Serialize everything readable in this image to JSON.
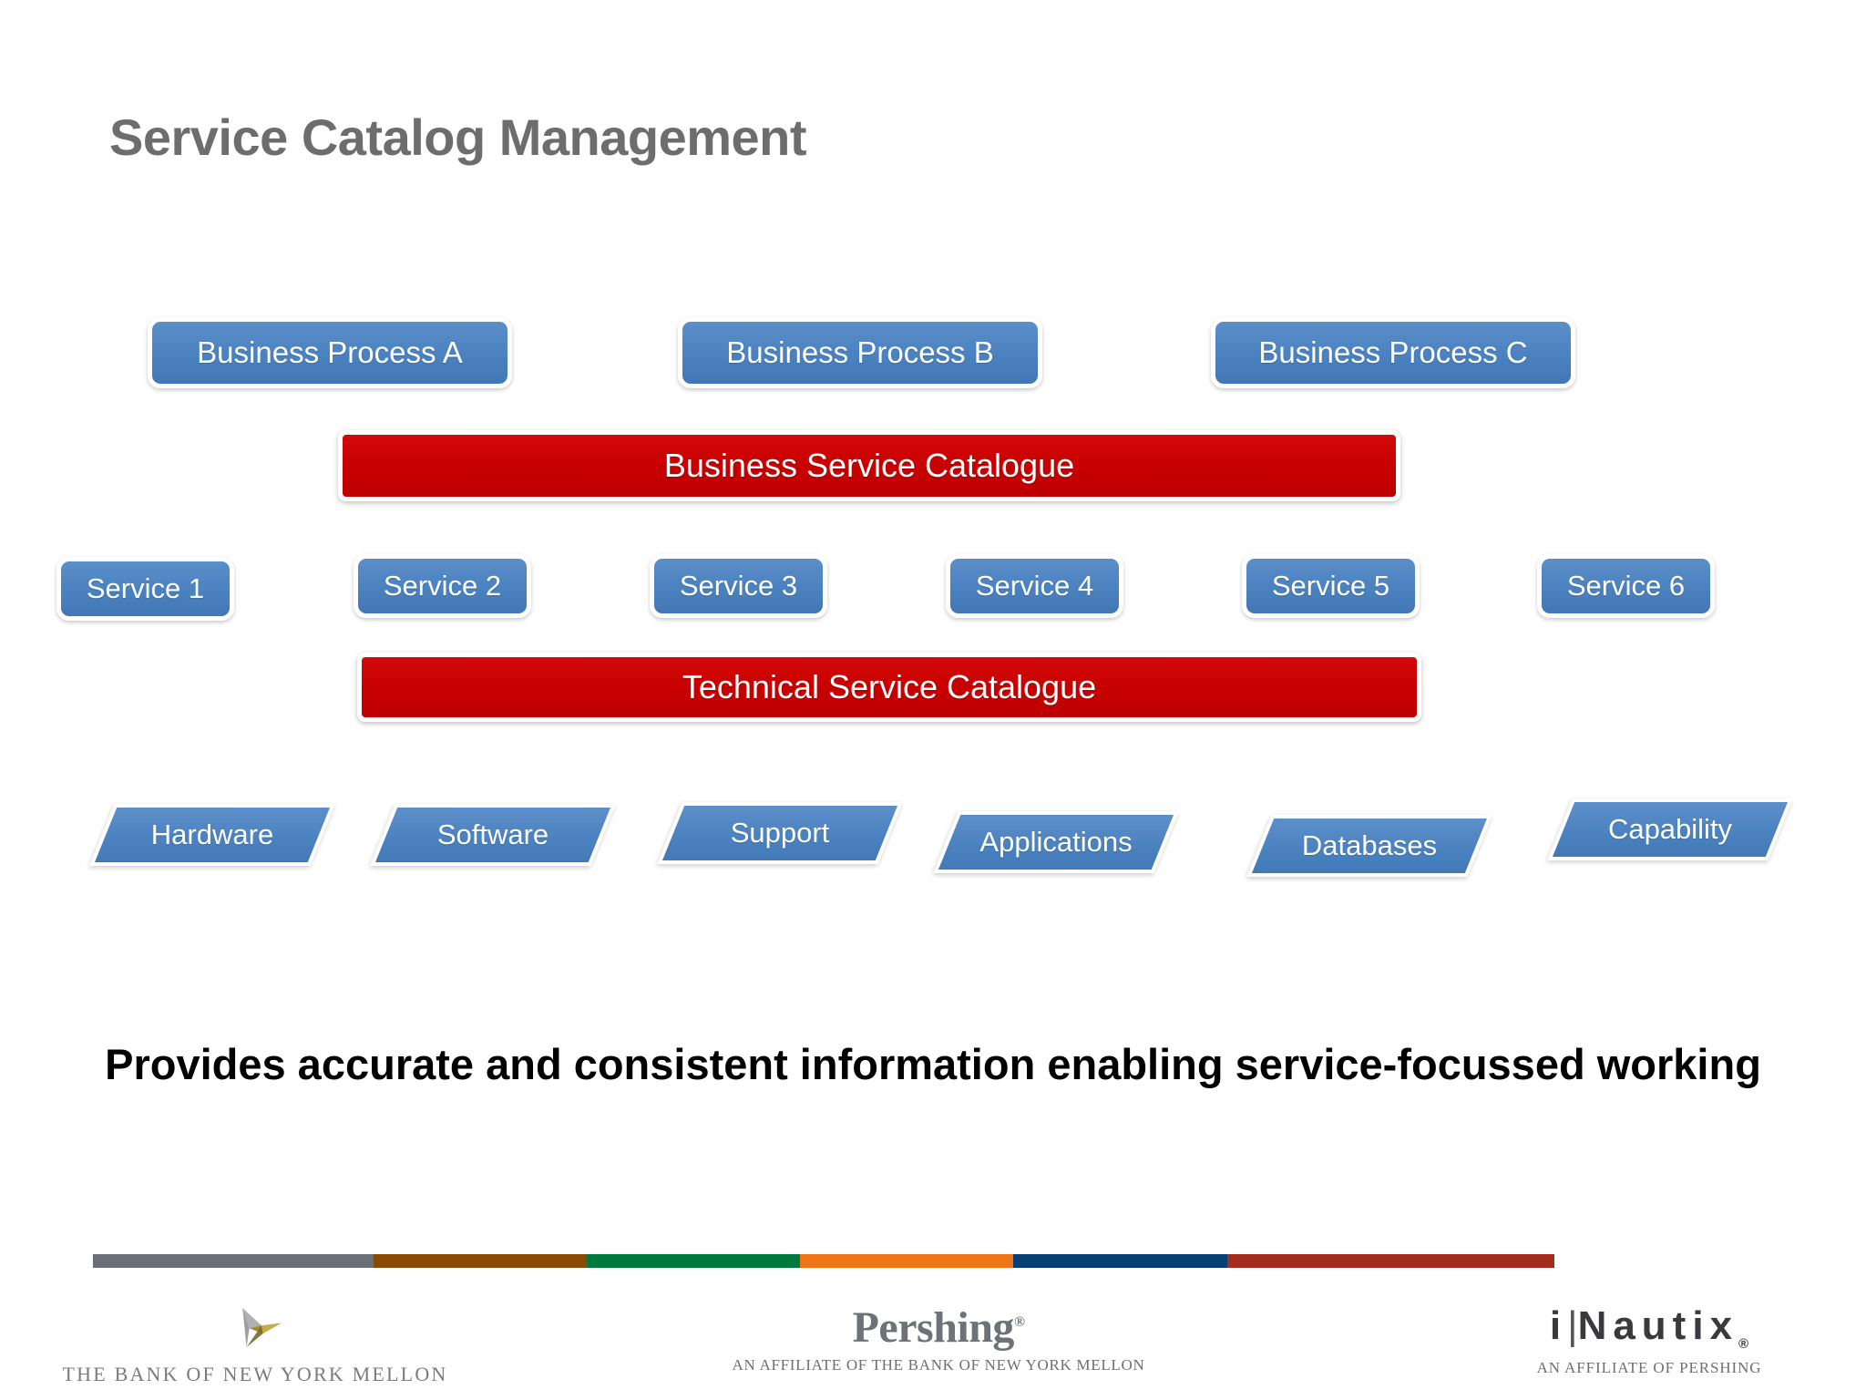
{
  "slide": {
    "title": "Service Catalog Management",
    "caption": "Provides accurate and consistent information enabling service-focussed working"
  },
  "colors": {
    "blue_box": "#4b82c0",
    "red_bar": "#c80000",
    "title_gray": "#6d6d6d",
    "box_outline": "#ffffff"
  },
  "diagram": {
    "business_processes": [
      {
        "label": "Business Process A"
      },
      {
        "label": "Business Process B"
      },
      {
        "label": "Business Process C"
      }
    ],
    "business_catalogue": {
      "label": "Business Service Catalogue"
    },
    "services": [
      {
        "label": "Service 1"
      },
      {
        "label": "Service 2"
      },
      {
        "label": "Service 3"
      },
      {
        "label": "Service 4"
      },
      {
        "label": "Service 5"
      },
      {
        "label": "Service 6"
      }
    ],
    "technical_catalogue": {
      "label": "Technical Service Catalogue"
    },
    "components": [
      {
        "label": "Hardware"
      },
      {
        "label": "Software"
      },
      {
        "label": "Support"
      },
      {
        "label": "Applications"
      },
      {
        "label": "Databases"
      },
      {
        "label": "Capability"
      }
    ]
  },
  "footer": {
    "color_bar": [
      {
        "name": "gray",
        "hex": "#6b7078",
        "width_pct": 19.2
      },
      {
        "name": "brown",
        "hex": "#8a4a06",
        "width_pct": 14.6
      },
      {
        "name": "green",
        "hex": "#00793f",
        "width_pct": 14.6
      },
      {
        "name": "orange",
        "hex": "#ef7415",
        "width_pct": 14.6
      },
      {
        "name": "navy",
        "hex": "#083f75",
        "width_pct": 14.6
      },
      {
        "name": "red",
        "hex": "#a52b1c",
        "width_pct": 22.4
      }
    ],
    "logos": {
      "bny": {
        "name": "THE BANK OF NEW YORK MELLON"
      },
      "pershing": {
        "name": "Pershing",
        "registered": "®",
        "tagline": "AN AFFILIATE OF THE BANK OF NEW YORK MELLON"
      },
      "inautix": {
        "name_i": "i",
        "name_rest": "Nautix",
        "registered": "®",
        "tagline": "AN AFFILIATE OF PERSHING"
      }
    }
  }
}
